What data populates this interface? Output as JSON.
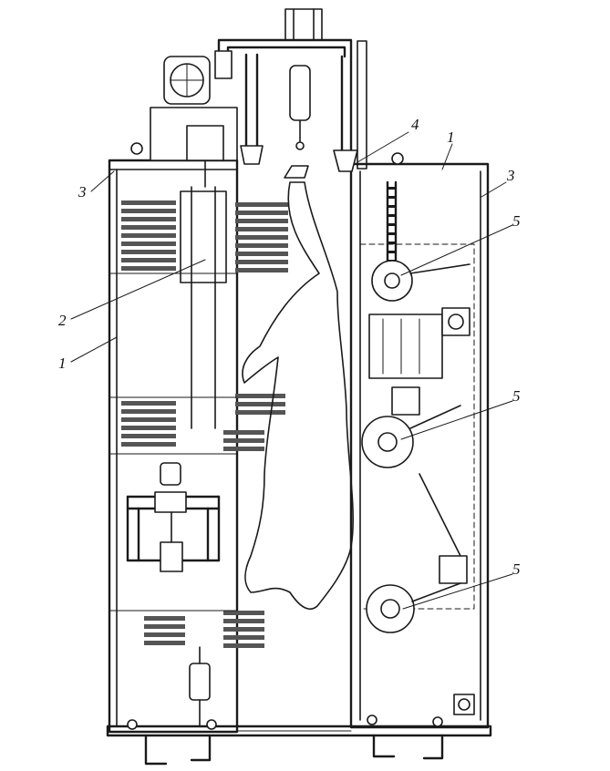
{
  "callouts": [
    {
      "id": "label-3-left",
      "text": "3"
    },
    {
      "id": "label-2",
      "text": "2"
    },
    {
      "id": "label-1-left",
      "text": "1"
    },
    {
      "id": "label-4",
      "text": "4"
    },
    {
      "id": "label-1-right",
      "text": "1"
    },
    {
      "id": "label-3-right",
      "text": "3"
    },
    {
      "id": "label-5-top",
      "text": "5"
    },
    {
      "id": "label-5-middle",
      "text": "5"
    },
    {
      "id": "label-5-bottom",
      "text": "5"
    }
  ],
  "colors": {
    "ink": "#1a1a1a",
    "paper": "#ffffff"
  },
  "icons": [
    "carcass-hook-icon",
    "motor-icon",
    "nozzle-icon",
    "pipe-valve-icon",
    "roller-brush-icon",
    "support-foot-icon"
  ]
}
